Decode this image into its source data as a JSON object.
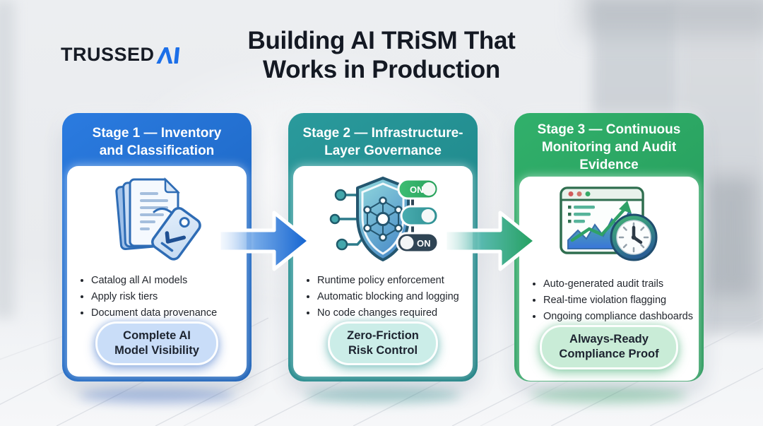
{
  "logo": {
    "text": "TRUSSED",
    "mark": "AI"
  },
  "title": {
    "line1": "Building AI TRiSM That",
    "line2": "Works in Production"
  },
  "colors": {
    "stage1_accent": "#1B66C9",
    "stage2_accent": "#1F8A8C",
    "stage3_accent": "#28A35F",
    "logo_mark_blue": "#1C6FE8",
    "badge1_bg": "#C9DDF8",
    "badge2_bg": "#CBEDE8",
    "badge3_bg": "#C9ECD7",
    "title_text": "#141923"
  },
  "stages": [
    {
      "header": "Stage 1 — Inventory and Classification",
      "icon": "documents-tag",
      "bullets": [
        "Catalog all AI models",
        "Apply risk tiers",
        "Document data provenance"
      ],
      "badge": {
        "line1": "Complete AI",
        "line2": "Model Visibility"
      }
    },
    {
      "header": "Stage 2 — Infrastructure-Layer Governance",
      "icon": "shield-network-toggles",
      "bullets": [
        "Runtime policy enforcement",
        "Automatic blocking and logging",
        "No code changes required"
      ],
      "badge": {
        "line1": "Zero-Friction",
        "line2": "Risk Control"
      },
      "toggles": [
        {
          "label": "ON"
        },
        {
          "label": ""
        },
        {
          "label": "ON"
        }
      ]
    },
    {
      "header": "Stage 3 — Continuous Monitoring and Audit Evidence",
      "icon": "dashboard-clock",
      "bullets": [
        "Auto-generated audit trails",
        "Real-time violation flagging",
        "Ongoing compliance dashboards"
      ],
      "badge": {
        "line1": "Always-Ready",
        "line2": "Compliance Proof"
      }
    }
  ]
}
